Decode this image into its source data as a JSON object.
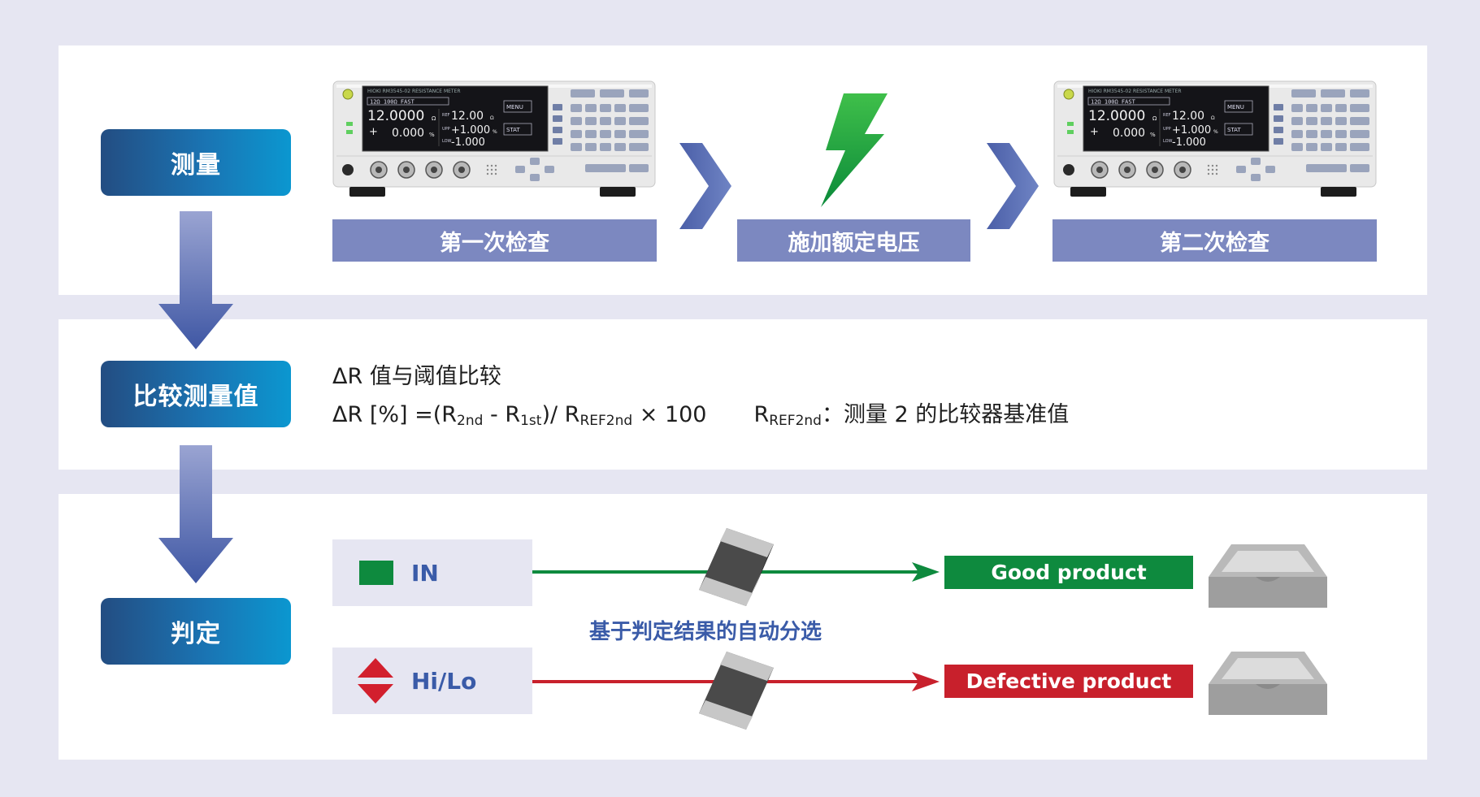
{
  "steps": {
    "measure": "测量",
    "compare": "比较测量值",
    "judge": "判定"
  },
  "measure_row": {
    "first_check": "第一次检查",
    "apply_voltage": "施加额定电压",
    "second_check": "第二次检查"
  },
  "meter_screen": {
    "brand": "HIOKI",
    "model": "RM3545-02  RESISTANCE METER",
    "range_line": "12Ω  100Ω  FAST",
    "main_value": "12.0000",
    "main_unit": "Ω",
    "delta_value": "0.000",
    "delta_unit": "%",
    "ref_label": "REF",
    "ref_value": "12.00",
    "upp_label": "UPP",
    "upp_value": "+1.000",
    "low_label": "LOW",
    "low_value": "-1.000",
    "menu": "MENU",
    "stat": "STAT"
  },
  "compare_row": {
    "line1": "ΔR 值与阈值比较",
    "f_prefix": "ΔR [%] =(R",
    "f_sub1": "2nd",
    "f_mid": " - R",
    "f_sub2": "1st",
    "f_div": ")/ R",
    "f_sub3": "REF2nd",
    "f_tail": " × 100",
    "ref_R": "R",
    "ref_sub": "REF2nd",
    "ref_desc": "：测量 2 的比较器基准值"
  },
  "judge_row": {
    "in_label": "IN",
    "hilo_label": "Hi/Lo",
    "sort_caption": "基于判定结果的自动分选",
    "good": "Good product",
    "defective": "Defective product"
  },
  "colors": {
    "background": "#e6e6f2",
    "step_start": "#234d82",
    "step_end": "#0b97d0",
    "label_bar": "#7c88c0",
    "good_green": "#0e8a3e",
    "bad_red": "#c8202c",
    "text_blue": "#3a5ba8"
  }
}
